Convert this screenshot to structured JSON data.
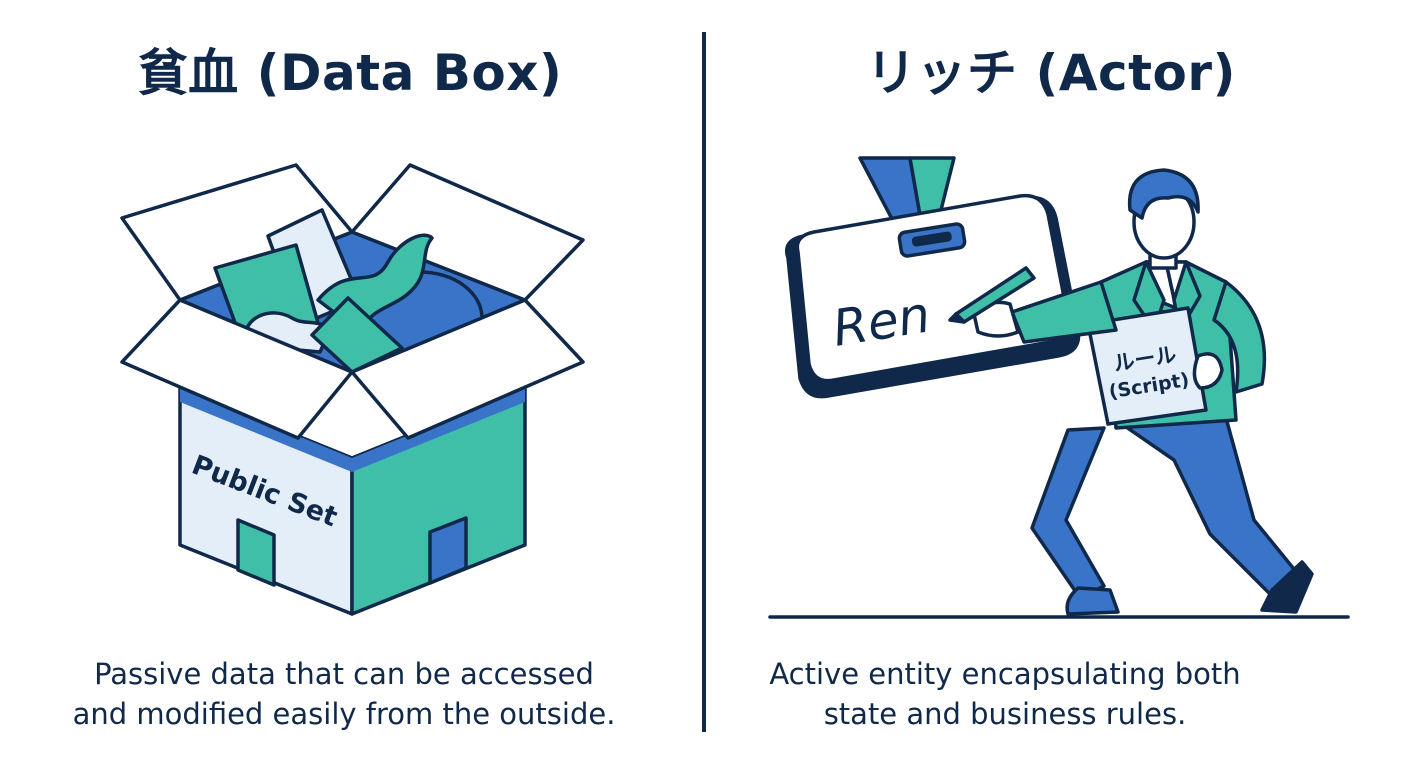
{
  "left_panel": {
    "title": "貧血 (Data Box)",
    "box_label": "Public Set",
    "caption_lines": [
      "Passive data that can be accessed",
      "and modified easily from the outside."
    ]
  },
  "right_panel": {
    "title": "リッチ (Actor)",
    "badge_signature": "Ren",
    "paper_label_line1": "ルール",
    "paper_label_line2": "(Script)",
    "caption_lines": [
      "Active entity encapsulating both",
      "state and business rules."
    ]
  },
  "colors": {
    "navy": "#10294a",
    "teal": "#3fbfa8",
    "blue": "#3a74c8",
    "light_blue": "#e3eef9",
    "white": "#ffffff"
  }
}
